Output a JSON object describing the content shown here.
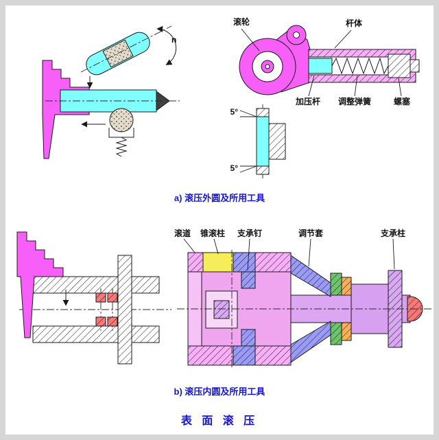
{
  "page": {
    "title": "表 面 滚 压",
    "caption_a": "a) 滚压外圆及所用工具",
    "caption_b": "b) 滚压内圆及所用工具"
  },
  "diagram_a": {
    "labels": {
      "roller_wheel": "滚轮",
      "rod_body": "杆体",
      "pressure_rod": "加压杆",
      "adjust_spring": "调整弹簧",
      "screw_plug": "螺塞",
      "rotation_speed": "n",
      "angle_top": "5°",
      "angle_bottom": "5°"
    }
  },
  "diagram_b": {
    "labels": {
      "raceway": "滚道",
      "taper_roller": "锥滚柱",
      "support_pin": "支承钉",
      "adjust_sleeve": "调节套",
      "support_column": "支承柱"
    }
  },
  "colors": {
    "caption_blue": "#1515cc",
    "magenta": "#f85ef8",
    "pink_hatch": "#f9aef9",
    "cyan": "#80ffff",
    "yellow": "#f5ee5a",
    "blue_hatch": "#9a9af8",
    "green_hatch": "#6cc46c",
    "orange_hatch": "#f8b058",
    "purple_hatch": "#d8a8f2",
    "red_hatch": "#f87878"
  }
}
